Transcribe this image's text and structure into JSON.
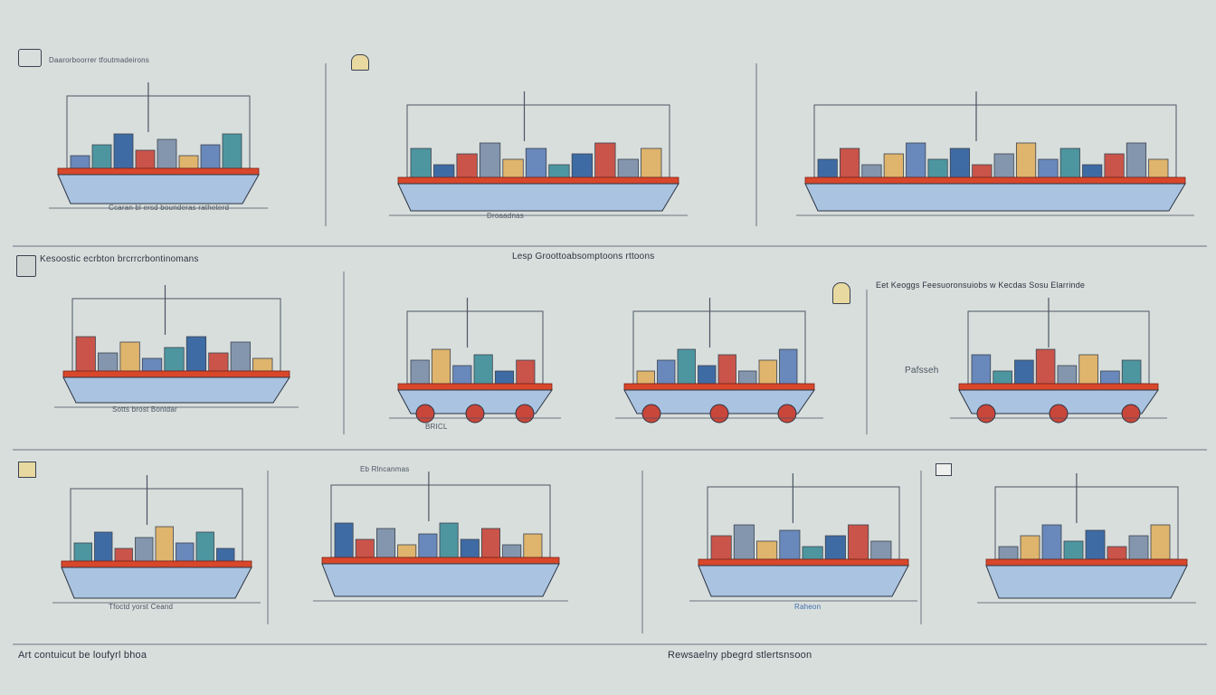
{
  "sheet": {
    "background": "#d8dedc",
    "line_color": "#4b5563",
    "palette": {
      "hull": "#a9c3e0",
      "deck": "#d9472b",
      "cargo": [
        "#5d7fb8",
        "#3f8f99",
        "#2f5f9e",
        "#c9463a",
        "#7a8fa8",
        "#e0b060"
      ]
    }
  },
  "rows": [
    {
      "header": "Kesoostic ecrbton brcrrcrbontinomans",
      "panels": [
        {
          "top_label": "Daarorboorrer tfoutmadeirons",
          "bottom_label": "Ccaran bl ersd bounderas ratheterd",
          "icon": "frame-sketch-icon"
        },
        {
          "top_label": "",
          "bottom_label": "Droaadnas",
          "icon": "lamp-icon"
        },
        {
          "top_label": "",
          "bottom_label": "",
          "icon": ""
        }
      ]
    },
    {
      "header": "Lesp Groottoabsomptoons rttoons",
      "panels": [
        {
          "top_label": "",
          "bottom_label": "Sotts brost Bonldar",
          "icon": "frame-sketch-icon"
        },
        {
          "top_label": "",
          "bottom_label": "BRICL",
          "icon": ""
        },
        {
          "top_label": "Eet Keoggs Feesuoronsuiobs w Kecdas Sosu Elarrinde",
          "bottom_label": "Pafsseh",
          "icon": "lamp-icon"
        }
      ]
    },
    {
      "header": "",
      "panels": [
        {
          "top_label": "",
          "bottom_label": "Tfoctd yorst Ceand",
          "icon": "frame-sketch-icon"
        },
        {
          "top_label": "Eb Rlncanmas",
          "bottom_label": "",
          "icon": ""
        },
        {
          "top_label": "",
          "bottom_label": "Raheon",
          "icon": "flag-icon"
        }
      ]
    }
  ],
  "footer": {
    "left": "Art contuicut be loufyrl bhoa",
    "center": "Rewsaelny pbegrd stlertsnsoon"
  }
}
